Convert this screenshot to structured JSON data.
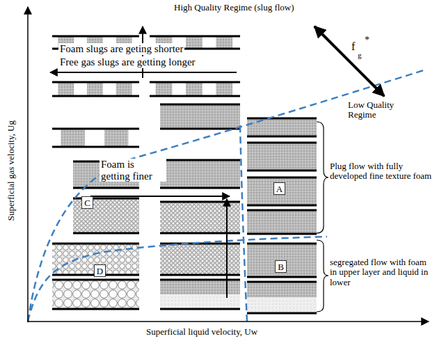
{
  "diagram": {
    "nodes": [
      {
        "text": [
          "A"
        ]
      },
      {
        "text": [
          "C"
        ]
      },
      {
        "text": [
          "B"
        ]
      },
      {
        "text": [
          "D"
        ]
      }
    ],
    "labels": [
      "High Quality Regime (slug flow)",
      "Foam slugs are geting shorter",
      "Free gas slugs are getting longer",
      "f",
      "g",
      "*",
      "Low Quality Regime",
      "Foam is getting finer",
      "Plug flow with fully developed fine texture foam",
      "segregated flow with foam in upper layer and liquid in lower",
      "Superficial gas velocity, Ug",
      "Superficial liquid velocity, Uw"
    ]
  }
}
